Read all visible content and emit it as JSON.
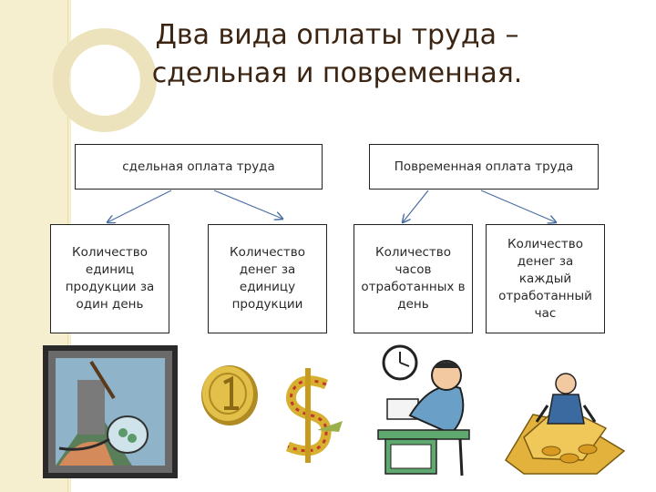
{
  "title": {
    "line1": "Два вида оплаты труда –",
    "line2": "сдельная и повременная."
  },
  "categories": [
    {
      "label": "сдельная оплата труда",
      "children": [
        "Количество единиц продукции за один день",
        "Количество денег за единицу продукции"
      ]
    },
    {
      "label": "Повременная оплата труда",
      "children": [
        "Количество часов отработанных в день",
        "Количество денег за каждый отработанный час"
      ]
    }
  ],
  "illustrations": [
    "framed-worker-picture",
    "gold-coin-icon",
    "dollar-sign-icon",
    "office-worker-clock-picture",
    "money-pile-picture"
  ],
  "colors": {
    "sidebar": "#f6efcf",
    "title": "#3b2412",
    "coin": "#d8b23a"
  }
}
